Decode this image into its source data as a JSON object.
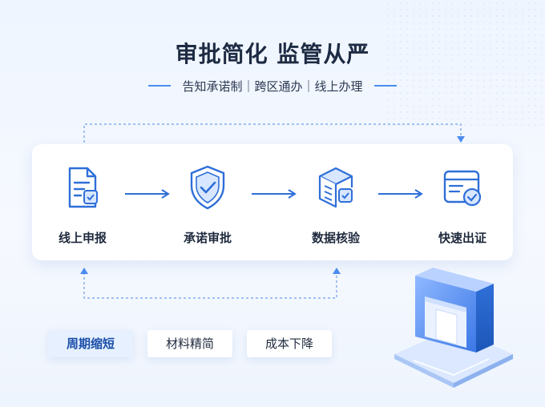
{
  "header": {
    "title": "审批简化 监管从严",
    "subtitle": "告知承诺制｜跨区通办｜线上办理"
  },
  "flow": {
    "steps": [
      {
        "label": "线上申报",
        "icon": "document-icon"
      },
      {
        "label": "承诺审批",
        "icon": "shield-check-icon"
      },
      {
        "label": "数据核验",
        "icon": "database-check-icon"
      },
      {
        "label": "快速出证",
        "icon": "certificate-check-icon"
      }
    ]
  },
  "tags": [
    "周期缩短",
    "材料精简",
    "成本下降"
  ],
  "colors": {
    "accent": "#2f6fd8",
    "title": "#1d2b43",
    "tag_active_bg": "#e6f0ff"
  }
}
